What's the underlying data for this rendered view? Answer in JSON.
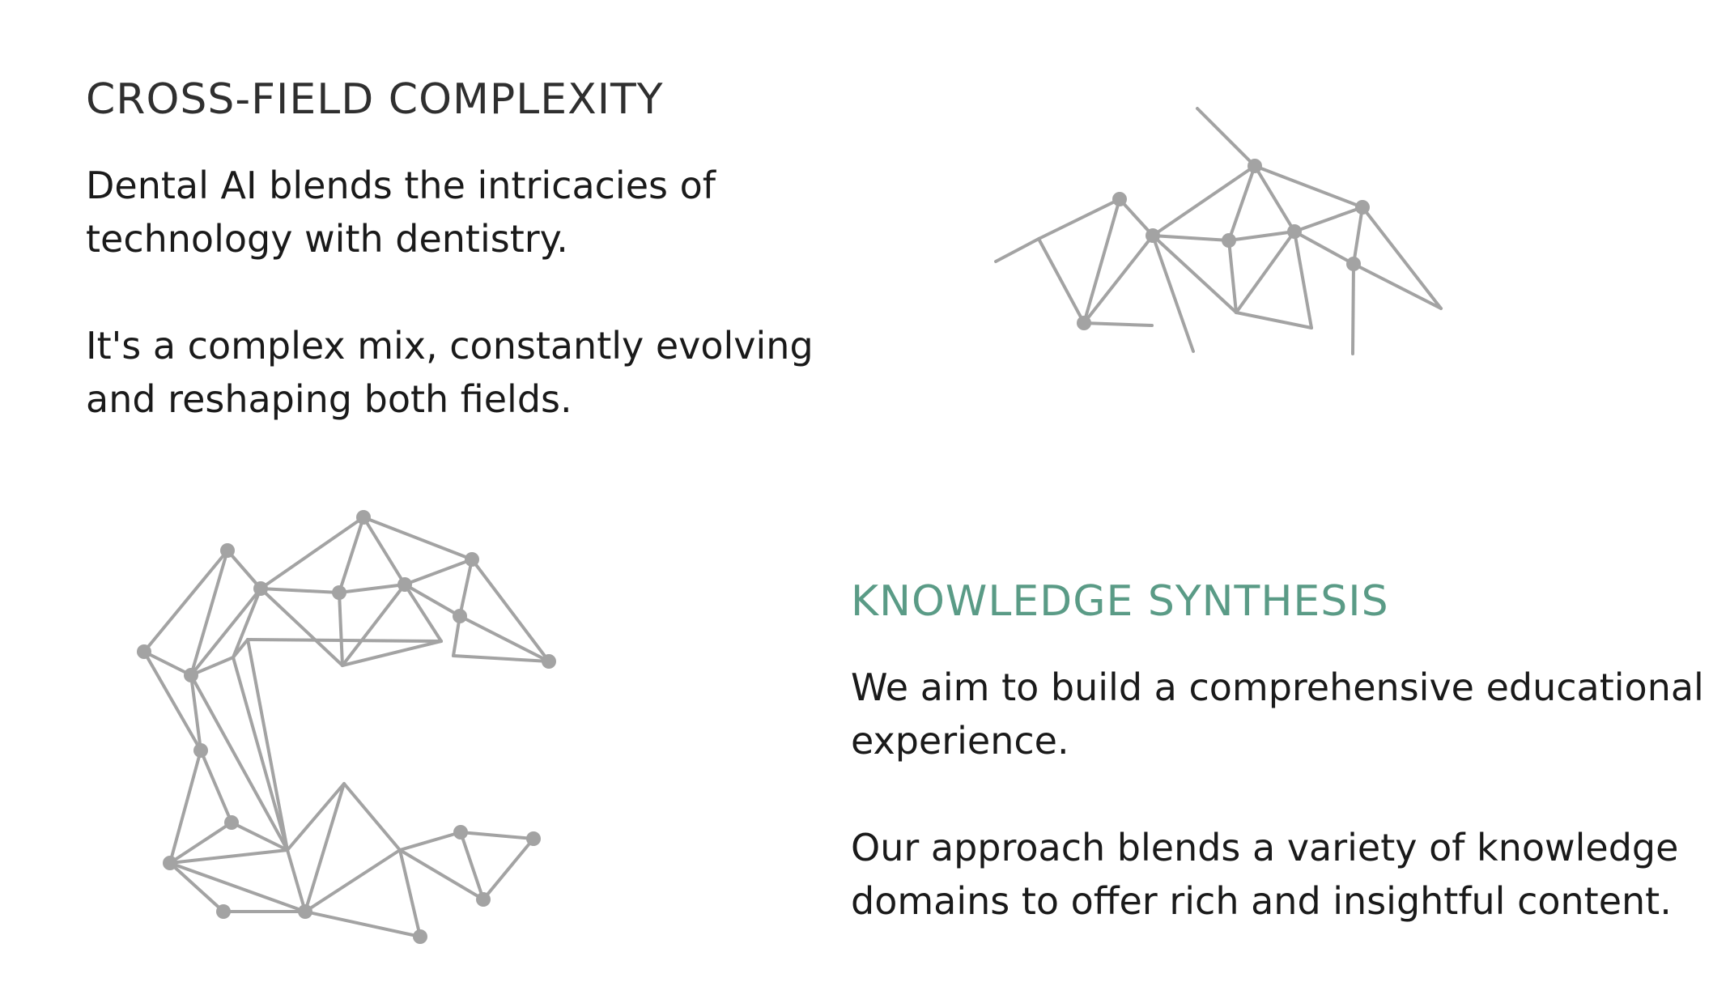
{
  "sections": [
    {
      "heading": "CROSS-FIELD COMPLEXITY",
      "paragraphs": [
        [
          "Dental AI blends the intricacies of",
          "technology with dentistry."
        ],
        [
          "It's a complex mix, constantly evolving",
          "and reshaping both fields."
        ]
      ]
    },
    {
      "heading": "KNOWLEDGE SYNTHESIS",
      "paragraphs": [
        [
          "We aim to build a comprehensive educational",
          "experience."
        ],
        [
          "Our approach blends a variety of knowledge",
          "domains to offer rich and insightful content."
        ]
      ]
    }
  ],
  "colors": {
    "heading_dark": "#2f2f2f",
    "heading_accent": "#5a9b86",
    "body_text": "#1a1a1a",
    "network": "#a3a3a3",
    "background": "#ffffff"
  },
  "illustrations": [
    "network-graph-top-right",
    "network-graph-c-shape"
  ]
}
